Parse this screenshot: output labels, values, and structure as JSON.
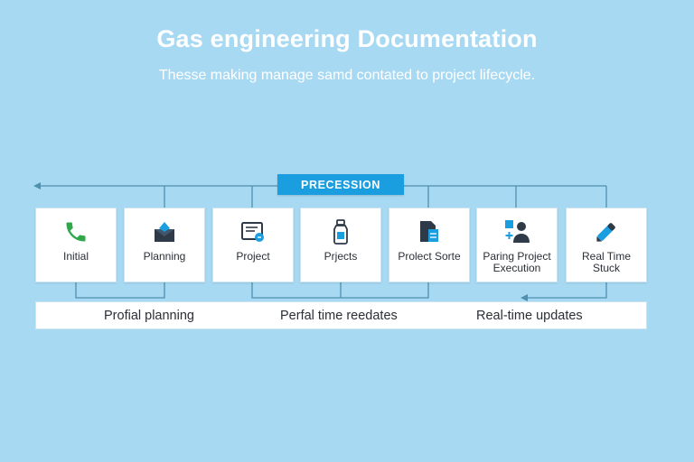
{
  "header": {
    "title": "Gas engineering Documentation",
    "subtitle": "Thesse making manage samd contated to project lifecycle."
  },
  "stage_badge": "PRECESSION",
  "steps": [
    {
      "label": "Initial",
      "icon": "phone-icon"
    },
    {
      "label": "Planning",
      "icon": "envelope-icon"
    },
    {
      "label": "Project",
      "icon": "document-icon"
    },
    {
      "label": "Prjects",
      "icon": "bottle-icon"
    },
    {
      "label": "Prolect Sorte",
      "icon": "file-stack-icon"
    },
    {
      "label": "Paring Project Execution",
      "icon": "user-icon"
    },
    {
      "label": "Real Time Stuck",
      "icon": "pen-icon"
    }
  ],
  "bottom_bar": {
    "labels": [
      "Profial planning",
      "Perfal time reedates",
      "Real-time updates"
    ]
  },
  "colors": {
    "background": "#a8d9f2",
    "accent": "#1a9ee0",
    "connector": "#4f8fb0",
    "icon_dark": "#2e3a48",
    "icon_green": "#2ea84a"
  }
}
